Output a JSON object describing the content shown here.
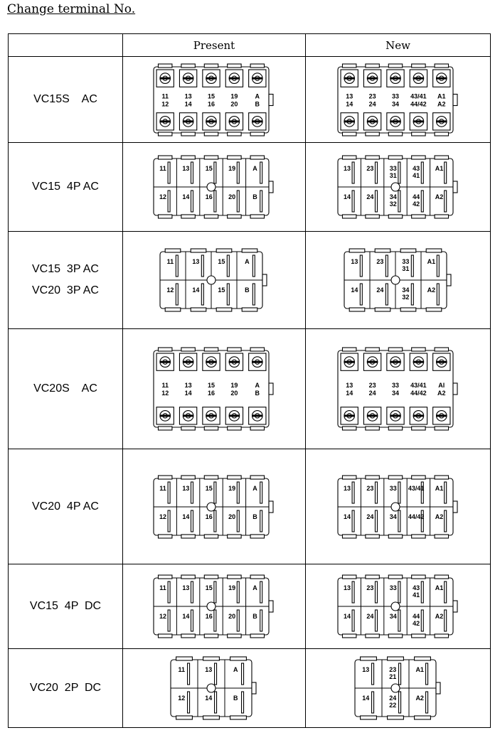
{
  "title": "Change terminal No.",
  "headers": {
    "blank": "",
    "present": "Present",
    "new": "New"
  },
  "rows": [
    {
      "model": "VC15S    AC",
      "kind": "screw5",
      "present": {
        "top": [
          "11",
          "13",
          "15",
          "19",
          "A"
        ],
        "bottom": [
          "12",
          "14",
          "16",
          "20",
          "B"
        ]
      },
      "new": {
        "top": [
          "13",
          "23",
          "33",
          "43/41",
          "A1"
        ],
        "bottom": [
          "14",
          "24",
          "34",
          "44/42",
          "A2"
        ]
      }
    },
    {
      "model": "VC15  4P AC",
      "kind": "blade5",
      "present": {
        "top": [
          "11",
          "13",
          "15",
          "19",
          "A"
        ],
        "bottom": [
          "12",
          "14",
          "16",
          "20",
          "B"
        ]
      },
      "new": {
        "top": [
          "13",
          "23",
          "33 31",
          "43 41",
          "A1"
        ],
        "bottom": [
          "14",
          "24",
          "34 32",
          "44 42",
          "A2"
        ]
      }
    },
    {
      "model": "VC15  3P AC\nVC20  3P AC",
      "kind": "blade4",
      "present": {
        "top": [
          "11",
          "13",
          "15",
          "A"
        ],
        "bottom": [
          "12",
          "14",
          "15",
          "B"
        ]
      },
      "new": {
        "top": [
          "13",
          "23",
          "33 31",
          "A1"
        ],
        "bottom": [
          "14",
          "24",
          "34 32",
          "A2"
        ]
      }
    },
    {
      "model": "VC20S    AC",
      "kind": "screw5",
      "present": {
        "top": [
          "11",
          "13",
          "15",
          "19",
          "A"
        ],
        "bottom": [
          "12",
          "14",
          "16",
          "20",
          "B"
        ]
      },
      "new": {
        "top": [
          "13",
          "23",
          "33",
          "43/41",
          "Al"
        ],
        "bottom": [
          "14",
          "24",
          "34",
          "44/42",
          "A2"
        ]
      }
    },
    {
      "model": "VC20  4P AC",
      "kind": "blade5",
      "present": {
        "top": [
          "11",
          "13",
          "15",
          "19",
          "A"
        ],
        "bottom": [
          "12",
          "14",
          "16",
          "20",
          "B"
        ]
      },
      "new": {
        "top": [
          "13",
          "23",
          "33",
          "43/41",
          "A1"
        ],
        "bottom": [
          "14",
          "24",
          "34",
          "44/42",
          "A2"
        ]
      }
    },
    {
      "model": "VC15  4P  DC",
      "kind": "blade5",
      "present": {
        "top": [
          "11",
          "13",
          "15",
          "19",
          "A"
        ],
        "bottom": [
          "12",
          "14",
          "16",
          "20",
          "B"
        ]
      },
      "new": {
        "top": [
          "13",
          "23",
          "33",
          "43 41",
          "A1"
        ],
        "bottom": [
          "14",
          "24",
          "34",
          "44 42",
          "A2"
        ]
      }
    },
    {
      "model": "VC20  2P  DC",
      "kind": "blade3",
      "present": {
        "top": [
          "11",
          "13",
          "A"
        ],
        "bottom": [
          "12",
          "14",
          "B"
        ]
      },
      "new": {
        "top": [
          "13",
          "23 21",
          "A1"
        ],
        "bottom": [
          "14",
          "24 22",
          "A2"
        ]
      }
    }
  ]
}
